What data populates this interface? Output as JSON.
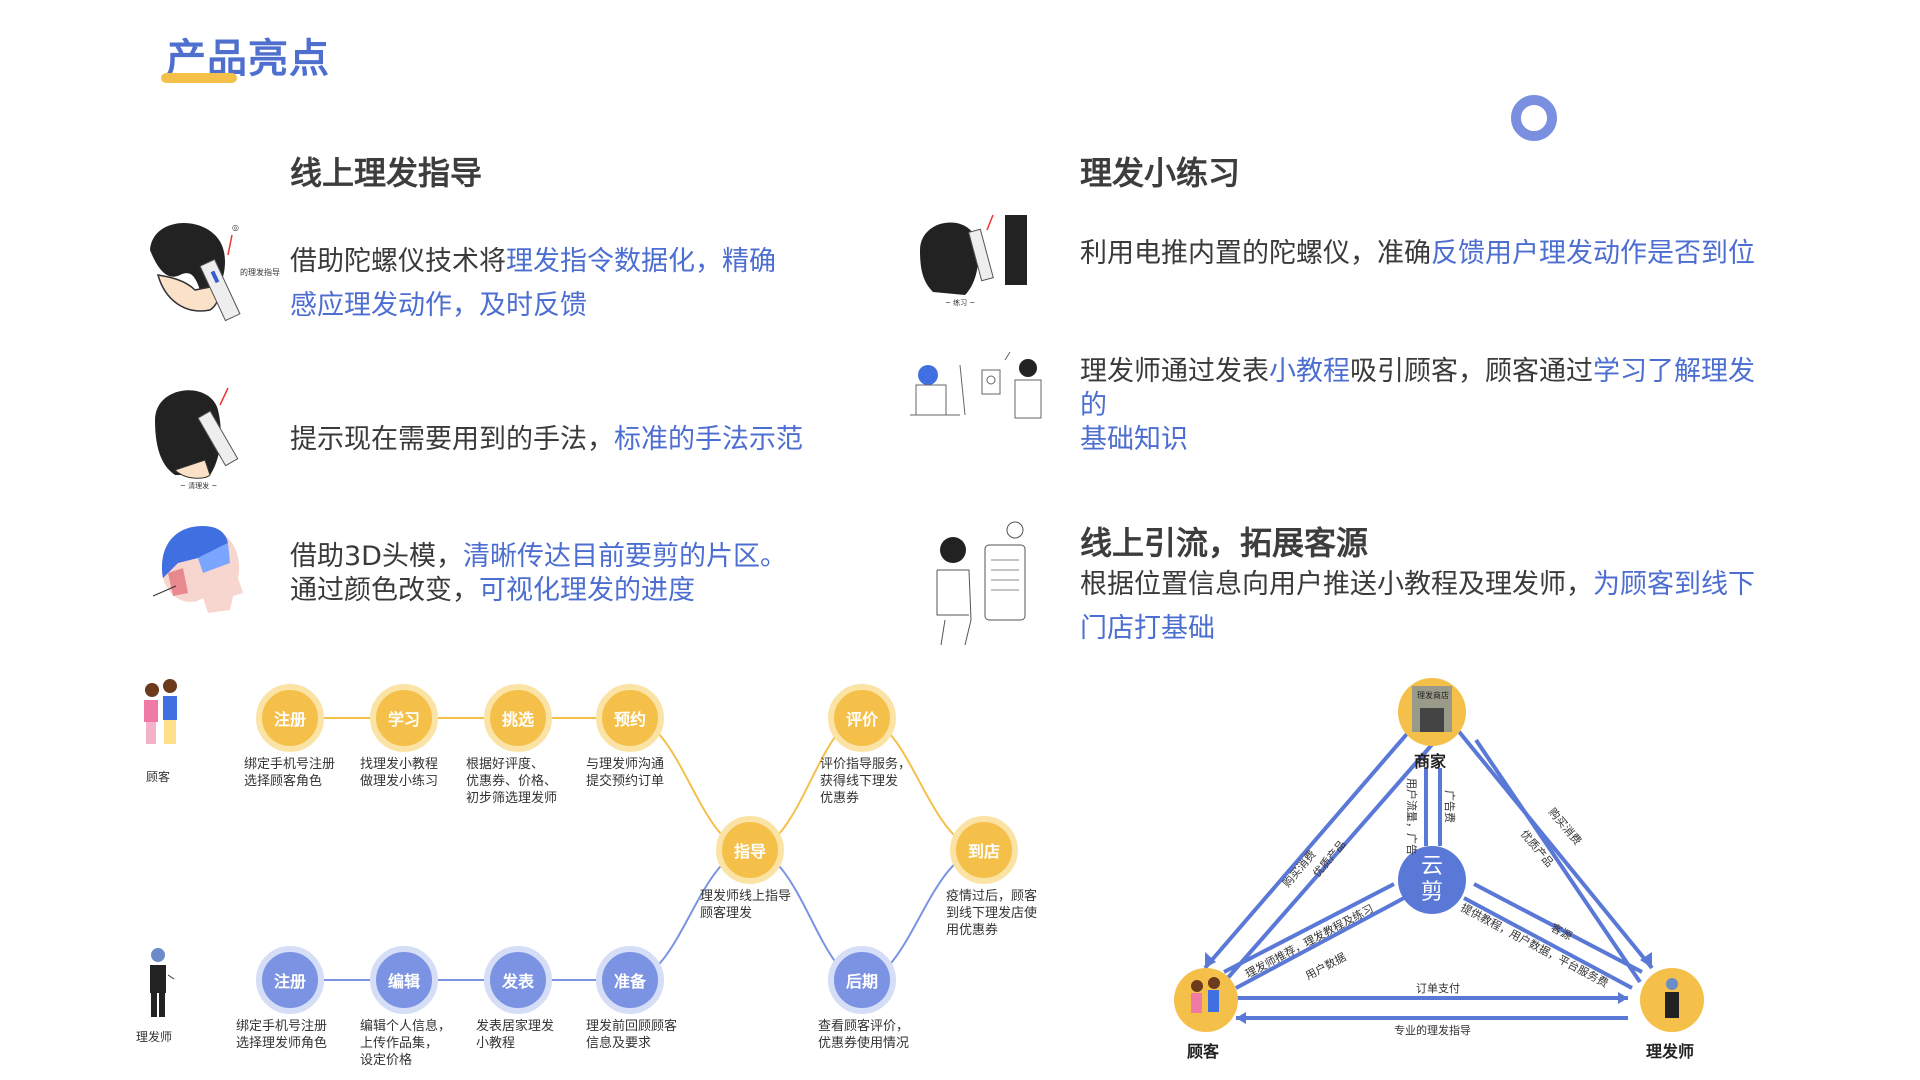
{
  "title": "产品亮点",
  "left_section": {
    "heading": "线上理发指导",
    "items": [
      {
        "pre": "借助陀螺仪技术将",
        "hl": "理发指令数据化，精确",
        "line2_hl": "感应理发动作，及时反馈"
      },
      {
        "pre": "提示现在需要用到的手法，",
        "hl": "标准的手法示范"
      },
      {
        "pre": "借助3D头模，",
        "hl": "清晰传达目前要剪的片区。",
        "line2_pre": "通过颜色改变，",
        "line2_hl": "可视化理发的进度"
      }
    ]
  },
  "right_section": {
    "heading": "理发小练习",
    "item1": {
      "pre": "利用电推内置的陀螺仪，准确",
      "hl": "反馈用户理发动作是否到位"
    },
    "item2": {
      "pre": "理发师通过发表",
      "hl1": "小教程",
      "mid": "吸引顾客，顾客通过",
      "hl2": "学习了解理发",
      "line2": "的",
      "line3": "基础知识"
    },
    "heading2": "线上引流，拓展客源",
    "item3": {
      "pre": "根据位置信息向用户推送小教程及理发师，",
      "hl": "为顾客到线下",
      "line2_hl": "门店打基础"
    }
  },
  "flow": {
    "customer_label": "顾客",
    "barber_label": "理发师",
    "top_nodes": [
      {
        "label": "注册",
        "desc": "绑定手机号注册\n选择顾客角色"
      },
      {
        "label": "学习",
        "desc": "找理发小教程\n做理发小练习"
      },
      {
        "label": "挑选",
        "desc": "根据好评度、\n优惠券、价格、\n初步筛选理发师"
      },
      {
        "label": "预约",
        "desc": "与理发师沟通\n提交预约订单"
      },
      {
        "label": "评价",
        "desc": "评价指导服务，\n获得线下理发\n优惠券"
      }
    ],
    "mid_nodes": [
      {
        "label": "指导",
        "desc": "理发师线上指导\n顾客理发"
      },
      {
        "label": "到店",
        "desc": "疫情过后，顾客\n到线下理发店使\n用优惠券"
      }
    ],
    "bottom_nodes": [
      {
        "label": "注册",
        "desc": "绑定手机号注册\n选择理发师角色"
      },
      {
        "label": "编辑",
        "desc": "编辑个人信息，\n上传作品集，\n设定价格"
      },
      {
        "label": "发表",
        "desc": "发表居家理发\n小教程"
      },
      {
        "label": "准备",
        "desc": "理发前回顾顾客\n信息及要求"
      },
      {
        "label": "后期",
        "desc": "查看顾客评价，\n优惠券使用情况"
      }
    ]
  },
  "triangle": {
    "merchant": "商家",
    "customer": "顾客",
    "barber": "理发师",
    "center": "云剪",
    "sign_text": "理发商店",
    "edges": {
      "merchant_customer_out": "购买消费",
      "merchant_customer_in": "优质产品",
      "merchant_barber_out": "购买消费",
      "merchant_barber_in": "优质产品",
      "center_merchant_a": "用户流量，广告",
      "center_merchant_b": "广告费",
      "center_customer_a": "理发师推荐，理发教程及练习",
      "center_customer_b": "用户数据",
      "center_barber_a": "提供教程，用户数据，平台服务费",
      "center_barber_b": "客源",
      "customer_barber_a": "订单支付",
      "customer_barber_b": "专业的理发指导"
    }
  },
  "colors": {
    "accent_blue": "#4d6ed1",
    "node_yellow": "#f5c04a",
    "node_blue": "#7b93e2",
    "line_blue": "#5a78d6"
  }
}
